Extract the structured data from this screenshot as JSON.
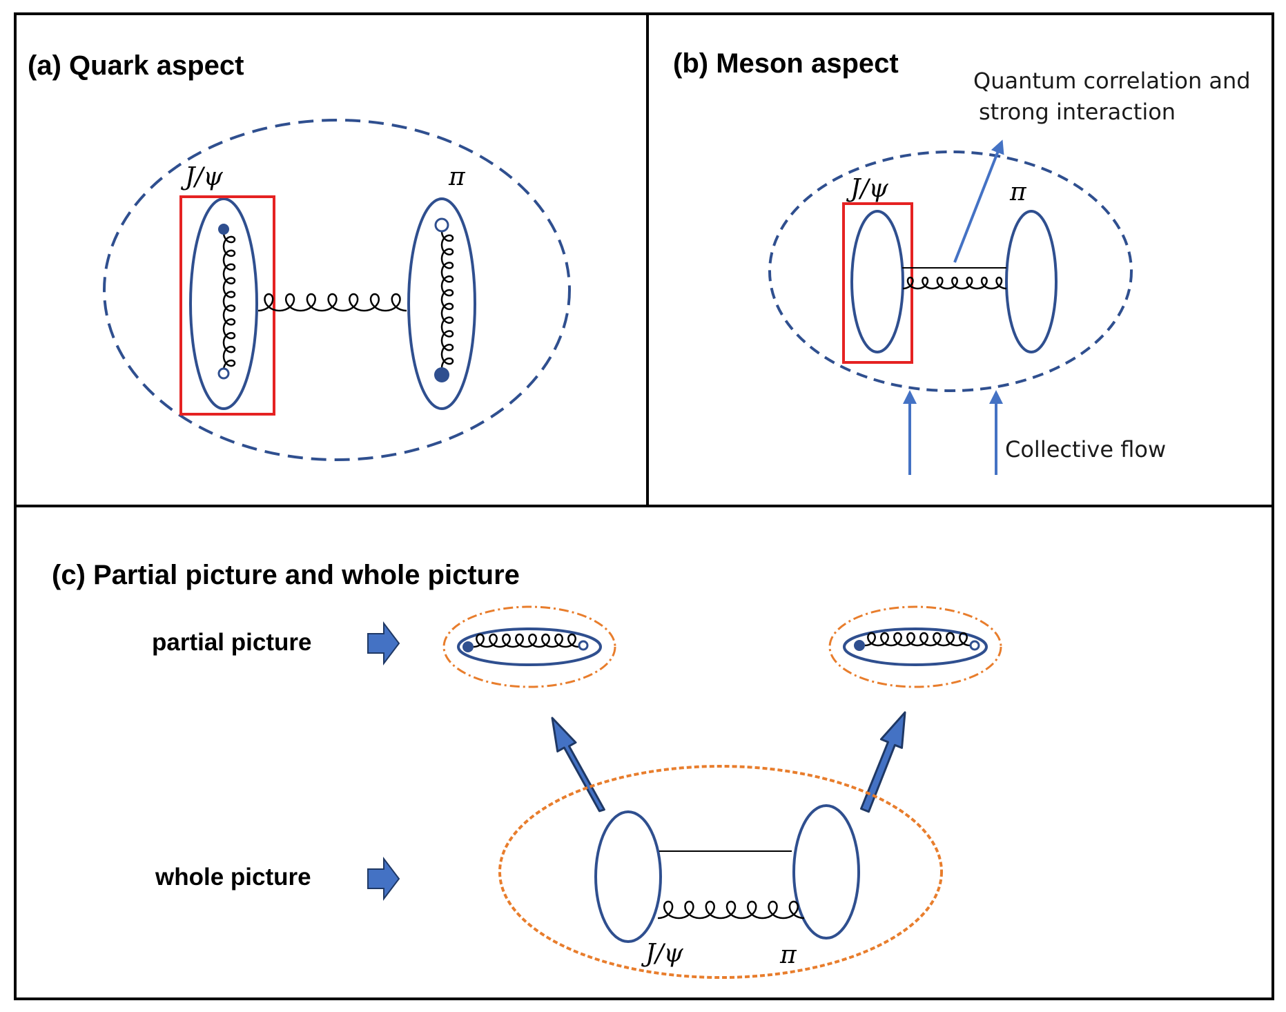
{
  "panels": {
    "a": {
      "title": "(a) Quark aspect",
      "label_left": "J/ψ",
      "label_right": "π"
    },
    "b": {
      "title": "(b) Meson aspect",
      "label_left": "J/ψ",
      "label_right": "π",
      "annotation_line1": "Quantum correlation and",
      "annotation_line2": "strong interaction",
      "flow_label": "Collective flow"
    },
    "c": {
      "title": "(c) Partial picture and whole picture",
      "row_partial": "partial picture",
      "row_whole": "whole picture",
      "label_left": "J/ψ",
      "label_right": "π"
    }
  },
  "colors": {
    "frame": "#000000",
    "meson": "#2f4f8f",
    "dashed": "#2f4f8f",
    "highlight": "#e52222",
    "annotation_arrow": "#4472c4",
    "orange": "#e87d2c",
    "block_arrow": "#4472c4",
    "gluon": "#000000"
  }
}
